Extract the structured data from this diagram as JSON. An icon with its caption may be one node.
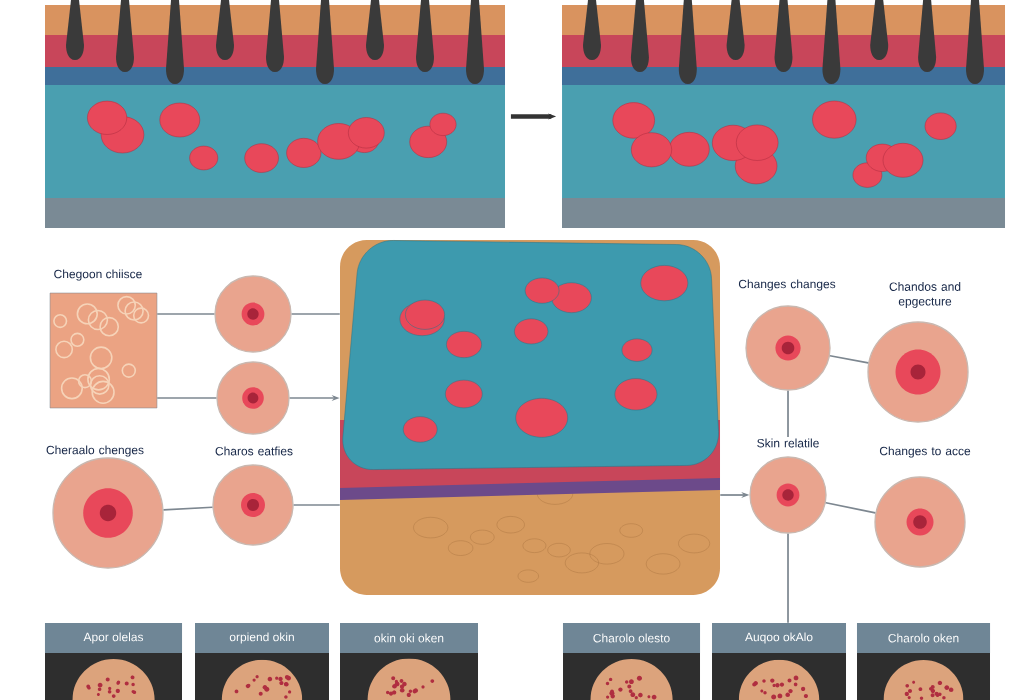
{
  "diagram": {
    "nodes": [
      {
        "text": [],
        "shape": "picture"
      },
      {
        "text": [],
        "shape": "picture"
      },
      {
        "text": [
          "Chegoon chiisce"
        ]
      },
      {
        "text": [],
        "shape": "picture"
      },
      {
        "text": [],
        "shape": "picture"
      },
      {
        "text": [],
        "shape": "picture"
      },
      {
        "text": [
          "Cheraalo chenges"
        ]
      },
      {
        "text": [
          "Charos eatfies"
        ]
      },
      {
        "text": [
          "Changes changes"
        ]
      },
      {
        "text": [
          "Chandos and epgecture"
        ]
      },
      {
        "text": [
          "Skin relatile"
        ]
      },
      {
        "text": [
          "Changes to acce"
        ]
      },
      {
        "text": [
          "Apor olelas"
        ]
      },
      {
        "text": [
          "orpiend okin"
        ]
      },
      {
        "text": [
          "okin oki oken"
        ]
      },
      {
        "text": [
          "Charolo olesto"
        ]
      },
      {
        "text": [
          "Auqoo okAlo"
        ]
      },
      {
        "text": [
          "Charolo oken"
        ]
      }
    ],
    "edges": [
      {
        "from": 0,
        "to": 1,
        "arrow": "to",
        "style": "thick",
        "color": "#333333"
      },
      {
        "from": 2,
        "to": 3,
        "arrow": "none"
      },
      {
        "from": 2,
        "to": 4,
        "arrow": "none"
      },
      {
        "from": 3,
        "to": 5,
        "arrow": "none"
      },
      {
        "from": 4,
        "to": 5,
        "arrow": "to"
      },
      {
        "from": 6,
        "to": 7,
        "arrow": "none"
      },
      {
        "from": 7,
        "to": 5,
        "arrow": "none"
      },
      {
        "from": 8,
        "to": 9,
        "arrow": "none"
      },
      {
        "from": 8,
        "to": 10,
        "arrow": "none"
      },
      {
        "from": 5,
        "to": 10,
        "arrow": "to"
      },
      {
        "from": 10,
        "to": 11,
        "arrow": "none"
      },
      {
        "from": 10,
        "to": 16,
        "arrow": "none"
      }
    ]
  }
}
